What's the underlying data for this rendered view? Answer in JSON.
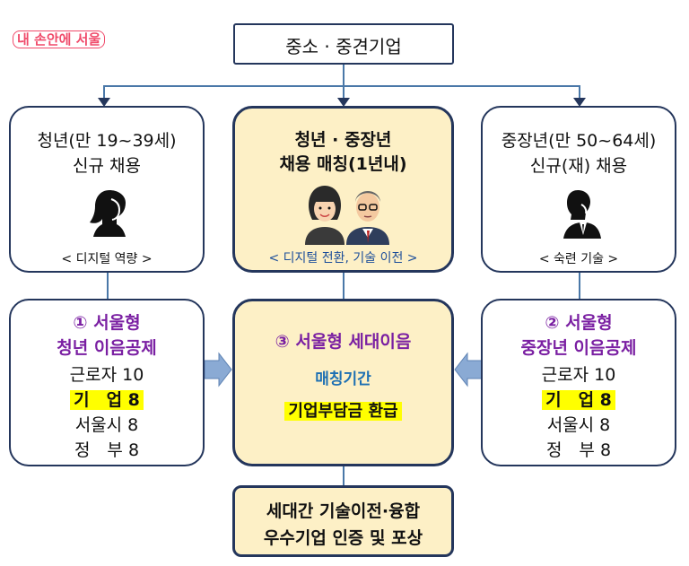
{
  "brand": "내 손안에 서울",
  "top": {
    "title": "중소 · 중견기업"
  },
  "left_card": {
    "line1": "청년(만 19~39세)",
    "line2": "신규 채용",
    "footer": "< 디지털 역량 >"
  },
  "center_card": {
    "line1": "청년 · 중장년",
    "line2": "채용 매칭(1년내)",
    "footer": "< 디지털 전환, 기술 이전 >"
  },
  "right_card": {
    "line1": "중장년(만 50~64세)",
    "line2": "신규(재) 채용",
    "footer": "< 숙련 기술 >"
  },
  "left_fund": {
    "title1": "① 서울형",
    "title2": "청년 이음공제",
    "row1": "근로자 10",
    "row2": "기　업 8",
    "row3": "서울시 8",
    "row4": "정　부 8"
  },
  "center_fund": {
    "title": "③ 서울형 세대이음",
    "sub1": "매칭기간",
    "sub2": "기업부담금 환급"
  },
  "right_fund": {
    "title1": "② 서울형",
    "title2": "중장년 이음공제",
    "row1": "근로자 10",
    "row2": "기　업 8",
    "row3": "서울시 8",
    "row4": "정　부 8"
  },
  "bottom": {
    "line1": "세대간 기술이전·융합",
    "line2": "우수기업 인증 및 포상"
  },
  "colors": {
    "border": "#24365c",
    "cream": "#fdf0c6",
    "purple": "#7a1fa2",
    "blue": "#1c6fb3",
    "highlight": "#ffff00",
    "connector": "#4a78a8"
  }
}
